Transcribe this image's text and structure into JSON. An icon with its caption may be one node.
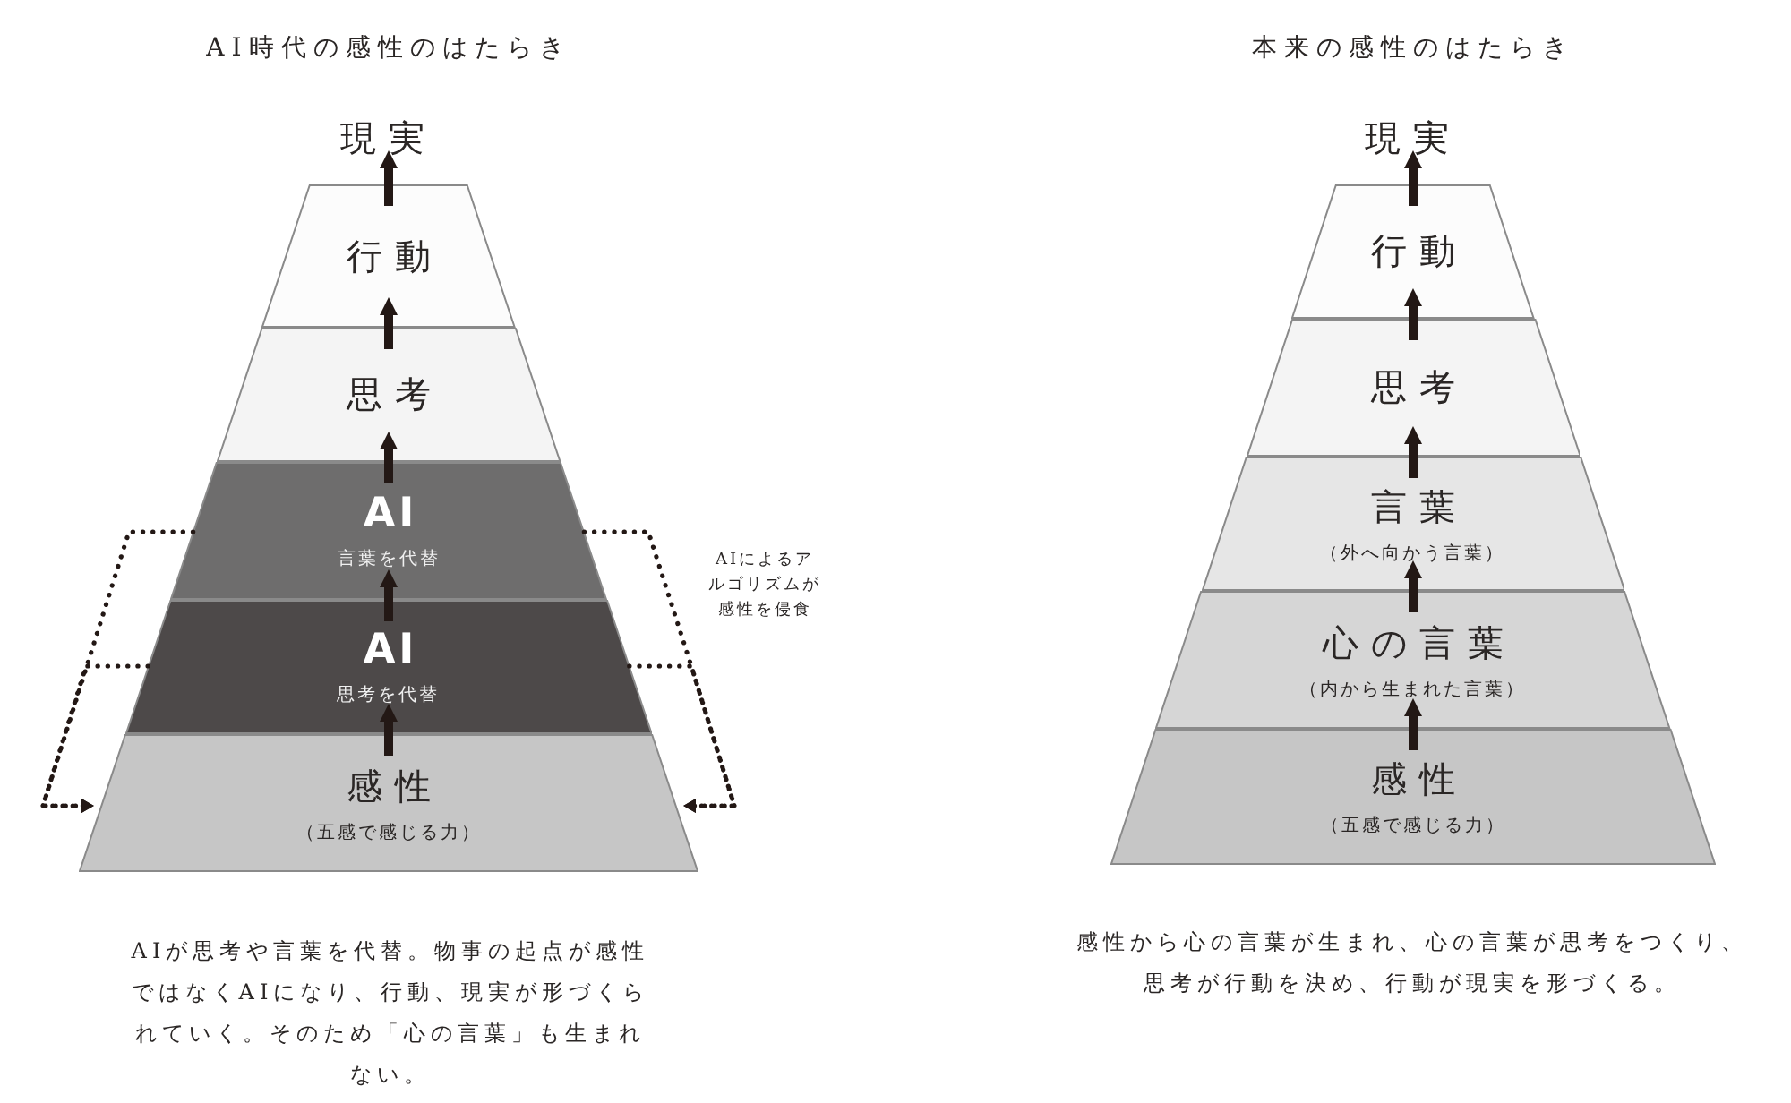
{
  "diagram": {
    "nodes": [
      {
        "text": [
          "現実"
        ]
      },
      {
        "text": [
          "行動"
        ]
      },
      {
        "text": [
          "思考"
        ]
      },
      {
        "text": [
          "AI",
          "言葉を代替"
        ]
      },
      {
        "text": [
          "AI",
          "思考を代替"
        ]
      },
      {
        "text": [
          "感性",
          "（五感で感じる力）"
        ]
      },
      {
        "text": [
          "現実"
        ]
      },
      {
        "text": [
          "行動"
        ]
      },
      {
        "text": [
          "思考"
        ]
      },
      {
        "text": [
          "言葉",
          "（外へ向かう言葉）"
        ]
      },
      {
        "text": [
          "心の言葉",
          "（内から生まれた言葉）"
        ]
      },
      {
        "text": [
          "感性",
          "（五感で感じる力）"
        ]
      }
    ],
    "edges": [
      {
        "from": 1,
        "to": 0,
        "arrow": "to"
      },
      {
        "from": 2,
        "to": 1,
        "arrow": "to"
      },
      {
        "from": 3,
        "to": 2,
        "arrow": "to"
      },
      {
        "from": 4,
        "to": 3,
        "arrow": "to"
      },
      {
        "from": 5,
        "to": 4,
        "arrow": "to"
      },
      {
        "from": 3,
        "to": 5,
        "arrow": "to",
        "style": "dashed"
      },
      {
        "from": 4,
        "to": 5,
        "arrow": "to",
        "style": "dashed"
      },
      {
        "from": 3,
        "to": 5,
        "arrow": "to",
        "style": "dashed"
      },
      {
        "from": 4,
        "to": 5,
        "arrow": "to",
        "style": "dashed"
      },
      {
        "from": 7,
        "to": 6,
        "arrow": "to"
      },
      {
        "from": 8,
        "to": 7,
        "arrow": "to"
      },
      {
        "from": 9,
        "to": 8,
        "arrow": "to"
      },
      {
        "from": 10,
        "to": 9,
        "arrow": "to"
      },
      {
        "from": 11,
        "to": 10,
        "arrow": "to"
      }
    ],
    "labels": [
      "AI時代の感性のはたらき",
      "AIによるアルゴリズムが感性を侵食",
      "AIが思考や言葉を代替。物事の起点が感性ではなくAIになり、行動、現実が形づくられていく。そのため「心の言葉」も生まれない。",
      "本来の感性のはたらき",
      "感性から心の言葉が生まれ、心の言葉が思考をつくり、思考が行動を決め、行動が現実を形づくる。"
    ]
  }
}
